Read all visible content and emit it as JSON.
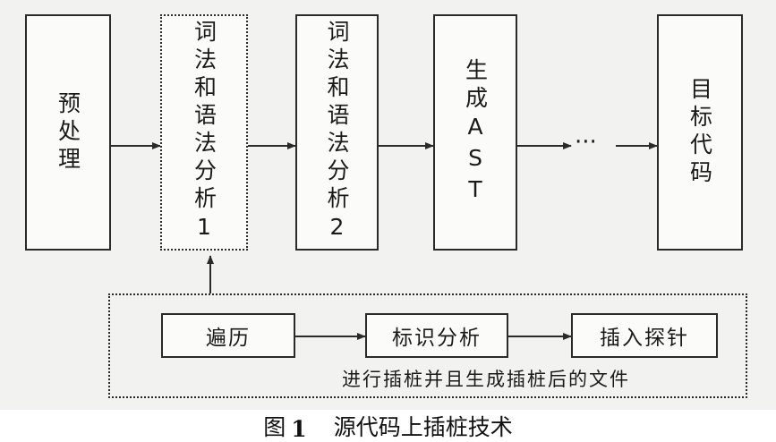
{
  "diagram": {
    "main_flow": [
      {
        "id": "preprocess",
        "label": "预处理"
      },
      {
        "id": "lexsyn1",
        "label": "词法和语法分析1"
      },
      {
        "id": "lexsyn2",
        "label": "词法和语法分析2"
      },
      {
        "id": "gen_ast",
        "label": "生成AST"
      },
      {
        "id": "ellipsis",
        "label": "···"
      },
      {
        "id": "target",
        "label": "目标代码"
      }
    ],
    "sub_flow": [
      {
        "id": "traverse",
        "label": "遍历"
      },
      {
        "id": "identify",
        "label": "标识分析"
      },
      {
        "id": "insert",
        "label": "插入探针"
      }
    ],
    "group_label": "进行插桩并且生成插桩后的文件"
  },
  "caption": {
    "prefix": "图",
    "number": "1",
    "title": "源代码上插桩技术"
  }
}
